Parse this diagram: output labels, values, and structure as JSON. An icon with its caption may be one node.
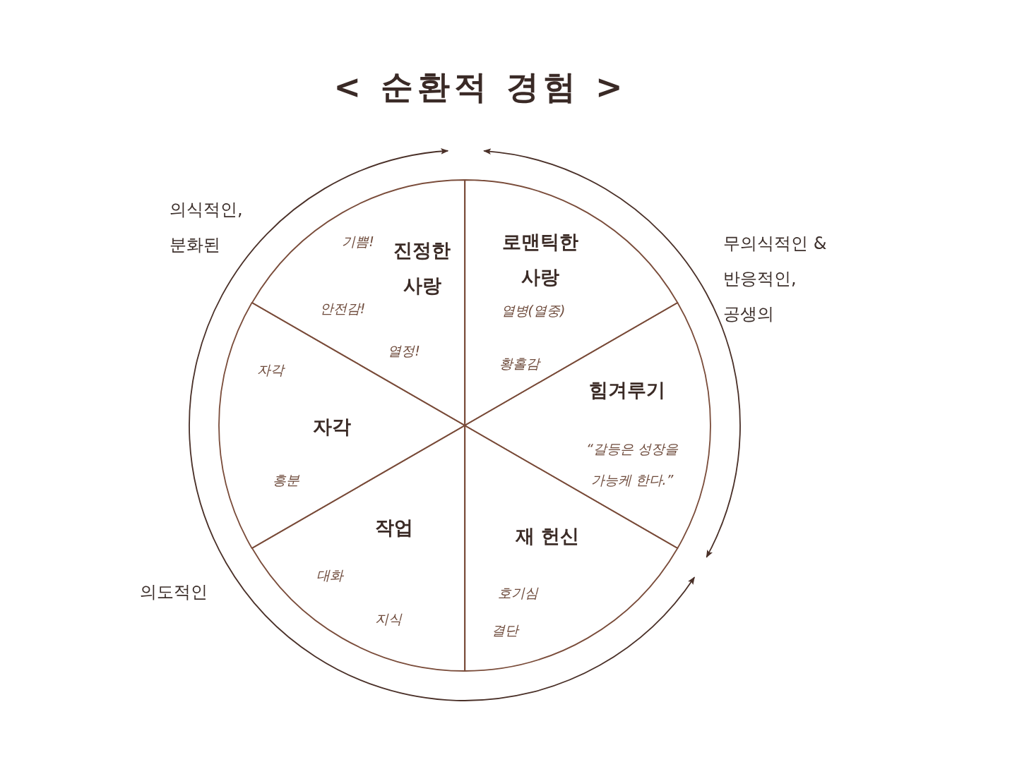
{
  "diagram": {
    "title": "< 순환적 경험 >",
    "nodes": [
      {
        "text": [
          "로맨틱한 사랑",
          "열병(열중)",
          "황홀감"
        ]
      },
      {
        "text": [
          "힘겨루기",
          "“갈등은 성장을 가능케 한다.”"
        ]
      },
      {
        "text": [
          "재 헌신",
          "호기심",
          "결단"
        ]
      },
      {
        "text": [
          "작업",
          "대화",
          "지식"
        ]
      },
      {
        "text": [
          "자각",
          "자각",
          "흥분"
        ]
      },
      {
        "text": [
          "진정한 사랑",
          "기쁨!",
          "안전감!",
          "열정!"
        ]
      }
    ],
    "labels": [
      "의식적인, 분화된",
      "무의식적인 & 반응적인, 공생의",
      "의도적인"
    ]
  }
}
